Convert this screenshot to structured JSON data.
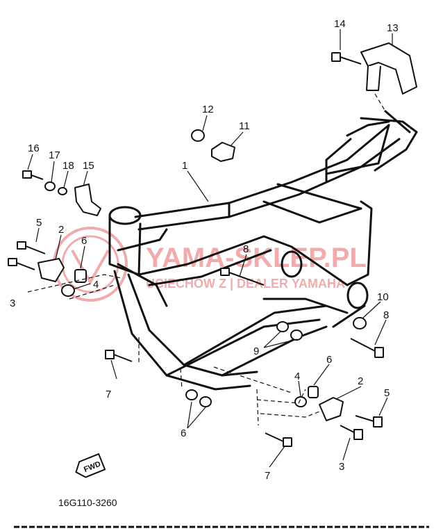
{
  "diagram": {
    "part_code": "16G110-3260",
    "fwd_label": "FWD",
    "watermark": {
      "brand": "YAMA-SKLEP.PL",
      "sub": "UCIECHOW Z | DEALER YAMAHA",
      "color": "#e0484c"
    },
    "callouts": [
      "14",
      "13",
      "12",
      "11",
      "16",
      "17",
      "18",
      "15",
      "5",
      "2",
      "6",
      "8",
      "3",
      "4",
      "10",
      "8",
      "9",
      "7",
      "6",
      "4",
      "2",
      "5",
      "6",
      "7",
      "3",
      "1"
    ]
  }
}
